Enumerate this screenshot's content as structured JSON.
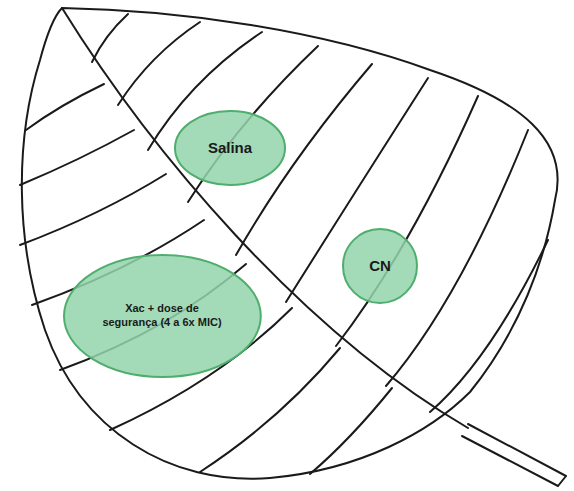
{
  "diagram": {
    "nodes": [
      {
        "text": [
          "Salina"
        ]
      },
      {
        "text": [
          "CN"
        ]
      },
      {
        "text": [
          "Xac + dose de segurança (4 a 6x MIC)"
        ]
      }
    ]
  }
}
